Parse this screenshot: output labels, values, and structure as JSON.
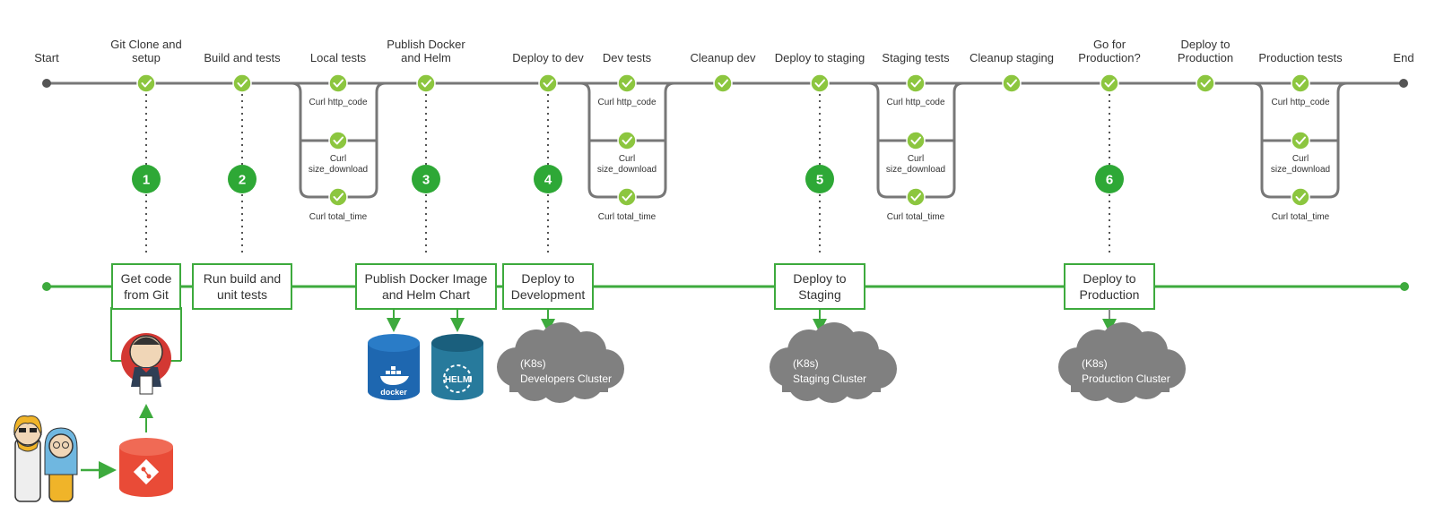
{
  "colors": {
    "green_line": "#3daa3d",
    "check": "#8cc63f",
    "badge": "#2ea836",
    "gray_line": "#777777",
    "cloud": "#808080",
    "docker": "#1e67b0",
    "helm": "#277a9c",
    "git": "#e94b37"
  },
  "pipeline": {
    "start_label": "Start",
    "end_label": "End",
    "stages": [
      {
        "label": [
          "Git Clone and",
          "setup"
        ]
      },
      {
        "label": [
          "Build and tests"
        ]
      },
      {
        "label": [
          "Local tests"
        ],
        "checks": [
          "Curl http_code",
          "Curl\nsize_download",
          "Curl total_time"
        ]
      },
      {
        "label": [
          "Publish Docker",
          "and Helm"
        ]
      },
      {
        "label": [
          "Deploy to dev"
        ]
      },
      {
        "label": [
          "Dev tests"
        ],
        "checks": [
          "Curl http_code",
          "Curl\nsize_download",
          "Curl total_time"
        ]
      },
      {
        "label": [
          "Cleanup dev"
        ]
      },
      {
        "label": [
          "Deploy to staging"
        ]
      },
      {
        "label": [
          "Staging tests"
        ],
        "checks": [
          "Curl http_code",
          "Curl\nsize_download",
          "Curl total_time"
        ]
      },
      {
        "label": [
          "Cleanup staging"
        ]
      },
      {
        "label": [
          "Go for",
          "Production?"
        ]
      },
      {
        "label": [
          "Deploy to",
          "Production"
        ]
      },
      {
        "label": [
          "Production tests"
        ],
        "checks": [
          "Curl http_code",
          "Curl\nsize_download",
          "Curl total_time"
        ]
      }
    ]
  },
  "steps": [
    {
      "number": "1",
      "box": [
        "Get code",
        "from Git"
      ]
    },
    {
      "number": "2",
      "box": [
        "Run build and",
        "unit tests"
      ]
    },
    {
      "number": "3",
      "box": [
        "Publish Docker Image",
        "and Helm Chart"
      ]
    },
    {
      "number": "4",
      "box": [
        "Deploy to",
        "Development"
      ]
    },
    {
      "number": "5",
      "box": [
        "Deploy to",
        "Staging"
      ]
    },
    {
      "number": "6",
      "box": [
        "Deploy to",
        "Production"
      ]
    }
  ],
  "clouds": [
    {
      "line1": "(K8s)",
      "line2": "Developers Cluster"
    },
    {
      "line1": "(K8s)",
      "line2": "Staging Cluster"
    },
    {
      "line1": "(K8s)",
      "line2": "Production Cluster"
    }
  ],
  "repos": {
    "docker_text": "docker",
    "helm_text": "HELM"
  }
}
